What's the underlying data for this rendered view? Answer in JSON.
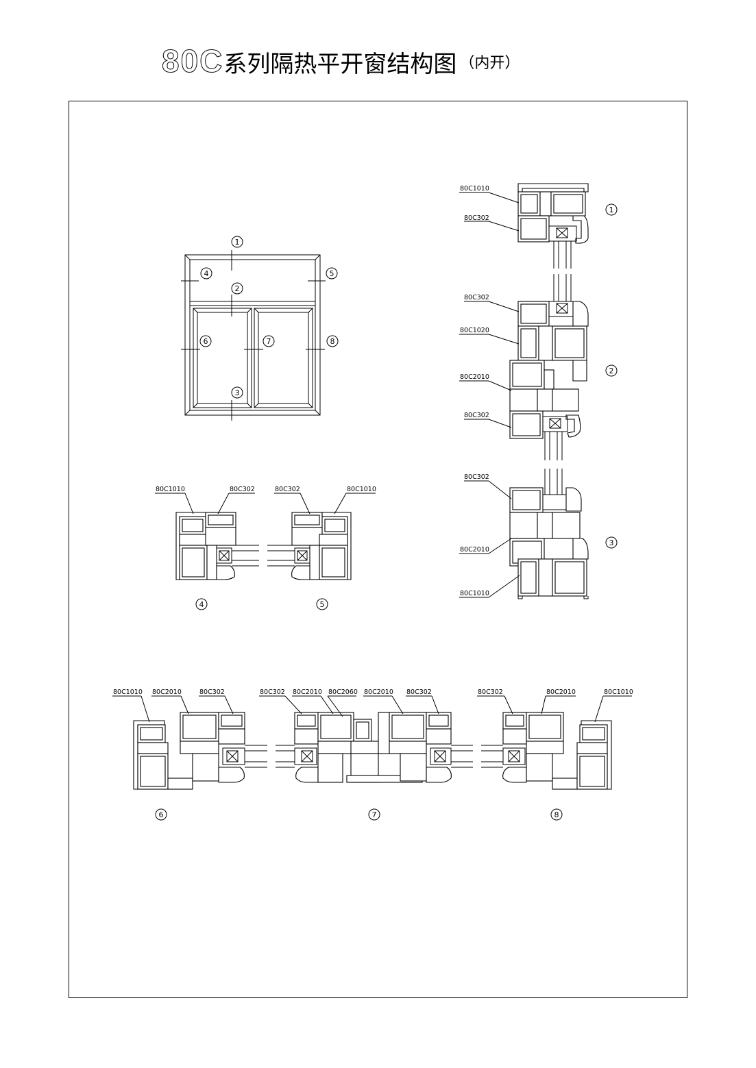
{
  "title": {
    "prefix": "80C",
    "main": "系列隔热平开窗结构图",
    "suffix": "（内开）"
  },
  "callouts": [
    "1",
    "2",
    "3",
    "4",
    "5",
    "6",
    "7",
    "8"
  ],
  "labels": {
    "s1": [
      "80C1010",
      "80C302"
    ],
    "s2": [
      "80C302",
      "80C1020",
      "80C2010",
      "80C302"
    ],
    "s3": [
      "80C302",
      "80C2010",
      "80C1010"
    ],
    "s4": [
      "80C1010",
      "80C302"
    ],
    "s5": [
      "80C302",
      "80C1010"
    ],
    "s6": [
      "80C1010",
      "80C2010",
      "80C302"
    ],
    "s7": [
      "80C302",
      "80C2010",
      "80C2060",
      "80C2010",
      "80C302"
    ],
    "s8": [
      "80C302",
      "80C2010",
      "80C1010"
    ]
  }
}
